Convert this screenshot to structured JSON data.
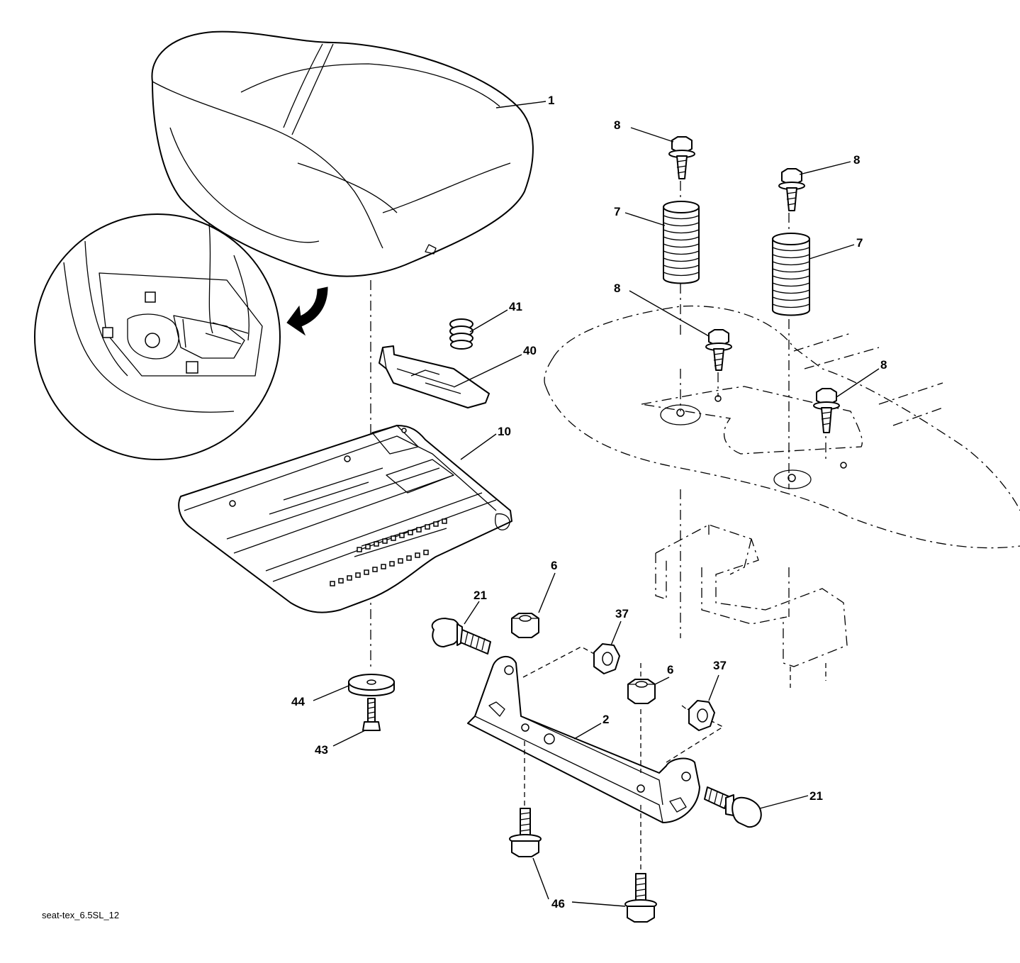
{
  "diagram_code": "seat-tex_6.5SL_12",
  "labels": {
    "seat": "1",
    "bolt_top_left": "8",
    "bolt_top_right": "8",
    "spring_left": "7",
    "spring_right": "7",
    "bolt_mid_left": "8",
    "bolt_mid_right": "8",
    "spring_small": "41",
    "latch": "40",
    "seat_pan": "10",
    "nut_left": "6",
    "nut_right": "6",
    "nut_37_left": "37",
    "nut_37_right": "37",
    "bolt_21_left": "21",
    "bolt_21_right": "21",
    "bracket": "2",
    "washer": "44",
    "screw": "43",
    "bolt_46": "46"
  }
}
